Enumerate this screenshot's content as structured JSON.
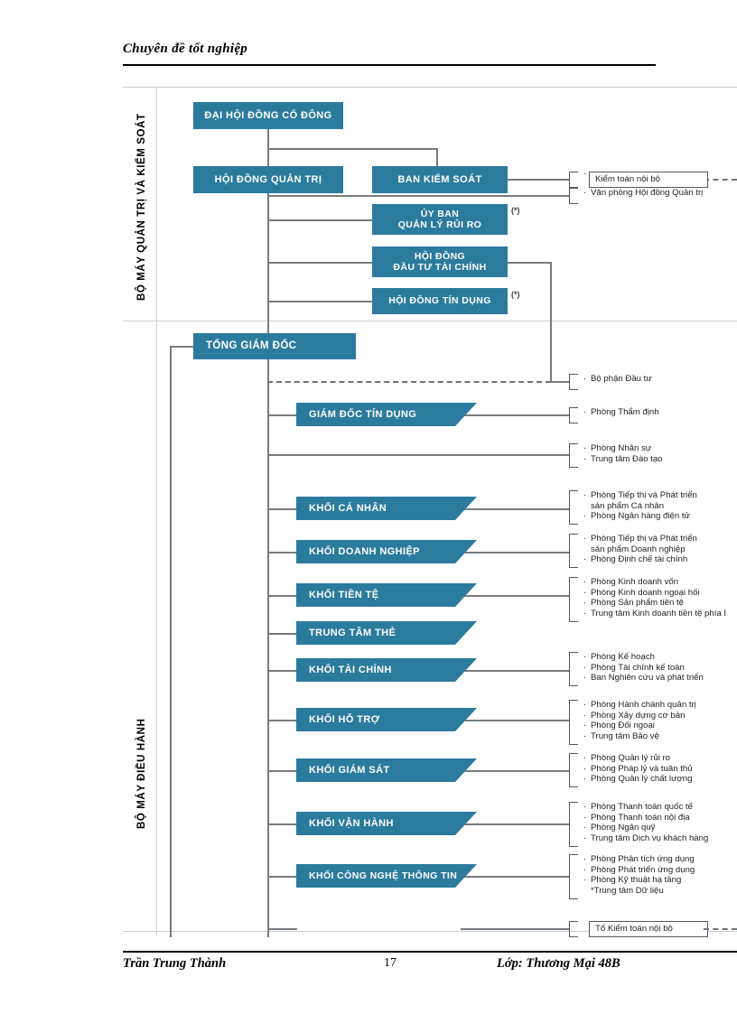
{
  "header": {
    "title": "Chuyên  đề tốt nghiệp"
  },
  "footer": {
    "author": "Trần Trung Thành",
    "page": "17",
    "classinfo": "Lớp: Thương Mại 48B"
  },
  "sections": {
    "governance_label": "BỘ MÁY QUẢN TRỊ VÀ KIỂM SOÁT",
    "operations_label": "BỘ MÁY ĐIỀU HÀNH"
  },
  "chart_data": {
    "type": "diagram",
    "title": "Sơ đồ tổ chức",
    "accent_color": "#2b7b9e",
    "line_color": "#767b80",
    "nodes": [
      {
        "id": "dhdcd",
        "label": "ĐẠI HỘI ĐỒNG CỔ ĐÔNG",
        "shape": "rect",
        "star": ""
      },
      {
        "id": "hdqt",
        "label": "HỘI ĐỒNG QUẢN TRỊ",
        "shape": "rect",
        "star": ""
      },
      {
        "id": "bks",
        "label": "BAN KIỂM SOÁT",
        "shape": "rect",
        "star": ""
      },
      {
        "id": "ubqlrr",
        "label": "ỦY BAN\nQUẢN LÝ RỦI RO",
        "shape": "rect",
        "star": "(*)"
      },
      {
        "id": "hddttc",
        "label": "HỘI ĐỒNG\nĐẦU TƯ TÀI CHÍNH",
        "shape": "rect",
        "star": ""
      },
      {
        "id": "hdtd",
        "label": "HỘI ĐỒNG TÍN DỤNG",
        "shape": "rect",
        "star": "(*)"
      },
      {
        "id": "tgd",
        "label": "TỔNG GIÁM ĐỐC",
        "shape": "rect",
        "star": ""
      },
      {
        "id": "gdtd",
        "label": "GIÁM ĐỐC TÍN DỤNG",
        "shape": "notch",
        "star": ""
      },
      {
        "id": "kcn",
        "label": "KHỐI CÁ NHÂN",
        "shape": "notch",
        "star": ""
      },
      {
        "id": "kdn",
        "label": "KHỐI DOANH NGHIỆP",
        "shape": "notch",
        "star": ""
      },
      {
        "id": "ktt",
        "label": "KHỐI TIỀN TỆ",
        "shape": "notch",
        "star": ""
      },
      {
        "id": "ttt",
        "label": "TRUNG TÂM THẺ",
        "shape": "notch",
        "star": ""
      },
      {
        "id": "ktc",
        "label": "KHỐI TÀI CHÍNH",
        "shape": "notch",
        "star": ""
      },
      {
        "id": "kht",
        "label": "KHỐI HỖ TRỢ",
        "shape": "notch",
        "star": ""
      },
      {
        "id": "kgs",
        "label": "KHỐI GIÁM SÁT",
        "shape": "notch",
        "star": ""
      },
      {
        "id": "kvh",
        "label": "KHỐI VẬN HÀNH",
        "shape": "notch",
        "star": ""
      },
      {
        "id": "kcntt",
        "label": "KHỐI CÔNG NGHỆ THÔNG TIN",
        "shape": "notch",
        "star": ""
      }
    ],
    "leaf_groups": [
      {
        "id": "g_kiemtoan",
        "parent": "bks",
        "boxed": true,
        "items": [
          "Kiểm toán nội bộ"
        ]
      },
      {
        "id": "g_vanphong",
        "parent": "hdqt",
        "boxed": false,
        "items": [
          "Văn phòng Hội đồng Quản trị"
        ]
      },
      {
        "id": "g_dautu",
        "parent": "hddttc",
        "boxed": false,
        "items": [
          "Bộ phận Đầu tư"
        ]
      },
      {
        "id": "g_thamdinh",
        "parent": "gdtd",
        "boxed": false,
        "items": [
          "Phòng Thẩm định"
        ]
      },
      {
        "id": "g_nhansu",
        "parent": "tgd",
        "boxed": false,
        "items": [
          "Phòng Nhân sự",
          "Trung tâm Đào tạo"
        ]
      },
      {
        "id": "g_canhan",
        "parent": "kcn",
        "boxed": false,
        "items": [
          "Phòng Tiếp thị và Phát triển",
          "sản phẩm Cá nhân",
          "Phòng Ngân hàng điện tử"
        ],
        "nobullet": [
          1
        ]
      },
      {
        "id": "g_doanhnghiep",
        "parent": "kdn",
        "boxed": false,
        "items": [
          "Phòng Tiếp thị và Phát triển",
          "sản phẩm Doanh nghiệp",
          "Phòng Định chế tài chính"
        ],
        "nobullet": [
          1
        ]
      },
      {
        "id": "g_tiente",
        "parent": "ktt",
        "boxed": false,
        "items": [
          "Phòng Kinh doanh vốn",
          "Phòng Kinh doanh ngoại hối",
          "Phòng Sản phẩm tiền tệ",
          "Trung tâm Kinh doanh tiền tệ phía I"
        ]
      },
      {
        "id": "g_taichinh",
        "parent": "ktc",
        "boxed": false,
        "items": [
          "Phòng Kế hoạch",
          "Phòng Tài chính kế toán",
          "Ban Nghiên cứu và phát triển"
        ]
      },
      {
        "id": "g_hotro",
        "parent": "kht",
        "boxed": false,
        "items": [
          "Phòng Hành chánh quản trị",
          "Phòng Xây dựng cơ bản",
          "Phòng Đối ngoại",
          "Trung tâm Bảo vệ"
        ]
      },
      {
        "id": "g_giamsat",
        "parent": "kgs",
        "boxed": false,
        "items": [
          "Phòng Quản lý rủi ro",
          "Phòng Pháp lý và tuân thủ",
          "Phòng Quản lý chất lượng"
        ]
      },
      {
        "id": "g_vanhanh",
        "parent": "kvh",
        "boxed": false,
        "items": [
          "Phòng Thanh toán quốc tế",
          "Phòng Thanh toán nội địa",
          "Phòng Ngân quỹ",
          "Trung tâm Dịch vụ khách hàng"
        ]
      },
      {
        "id": "g_cntt",
        "parent": "kcntt",
        "boxed": false,
        "items": [
          "Phòng Phân tích ứng dụng",
          "Phòng Phát triển ứng dụng",
          "Phòng Kỹ thuật hạ tầng",
          "*Trung tâm Dữ liệu"
        ],
        "nobullet": [
          3
        ]
      },
      {
        "id": "g_tokiemtoan",
        "parent": "",
        "boxed": true,
        "items": [
          "Tổ Kiểm toán nội bộ"
        ]
      }
    ]
  }
}
